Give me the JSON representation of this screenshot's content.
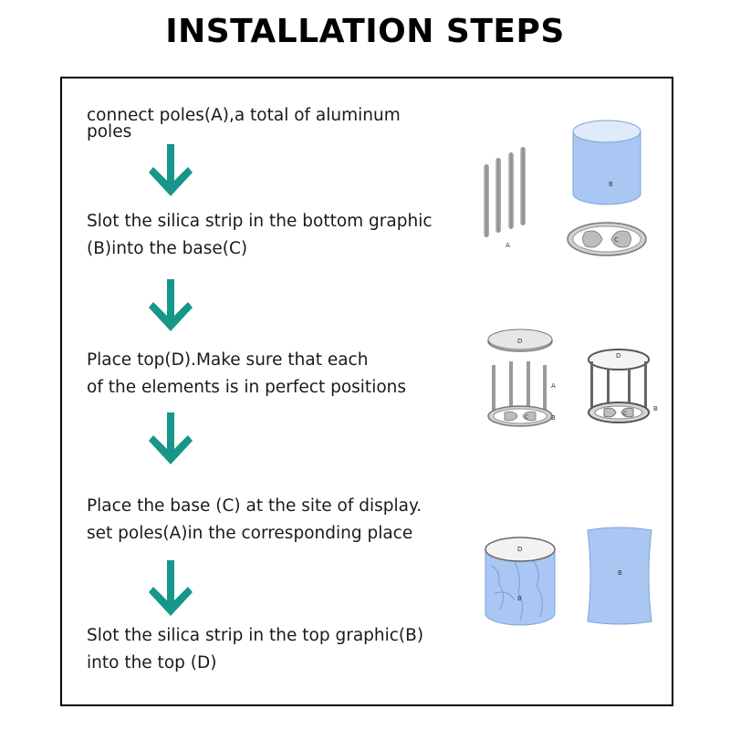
{
  "title": "INSTALLATION STEPS",
  "colors": {
    "arrow": "#17968a",
    "graphic": "#a9c7f2",
    "metal": "#9a9a9a"
  },
  "steps": [
    {
      "line1": "connect poles(A),a total of aluminum",
      "line2": "poles"
    },
    {
      "line1": "Slot the silica strip in the bottom graphic",
      "line2": "(B)into the base(C)"
    },
    {
      "line1": "Place top(D).Make sure that each",
      "line2": "of the elements is in perfect positions"
    },
    {
      "line1": "Place the base (C) at the site of display.",
      "line2": "set poles(A)in the corresponding place"
    },
    {
      "line1": "Slot the silica strip in the top graphic(B)",
      "line2": "into the top (D)"
    }
  ],
  "labels": {
    "A": "A",
    "B": "B",
    "C": "C",
    "D": "D"
  }
}
